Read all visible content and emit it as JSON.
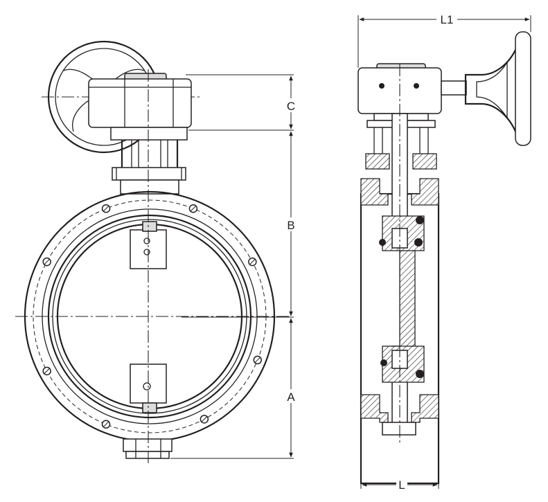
{
  "dimensions": {
    "L1": "L1",
    "C": "C",
    "B": "B",
    "A": "A",
    "L": "L"
  }
}
